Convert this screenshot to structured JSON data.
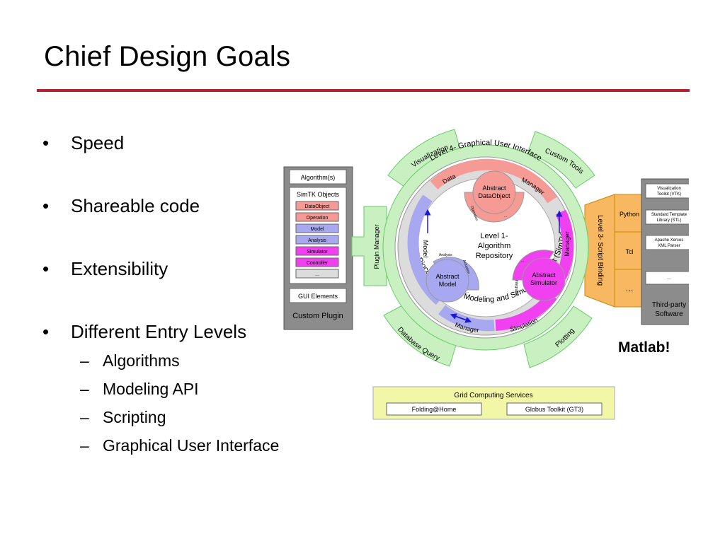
{
  "title": "Chief Design Goals",
  "bullets": [
    {
      "text": "Speed"
    },
    {
      "text": "Shareable code"
    },
    {
      "text": "Extensibility"
    },
    {
      "text": "Different Entry Levels",
      "sub": [
        "Algorithms",
        "Modeling API",
        "Scripting",
        "Graphical User Interface"
      ]
    }
  ],
  "bullet_symbol": "•",
  "sub_symbol": "–",
  "diagram": {
    "custom_plugin": {
      "title": "Custom Plugin",
      "algorithms": "Algorithm(s)",
      "simtk_objects": "SimTK Objects",
      "objects": [
        "DataObject",
        "Operation",
        "Model",
        "Analysis",
        "Simulator",
        "Controller",
        "..."
      ],
      "gui": "GUI Elements"
    },
    "plugin_manager": "Plugin Manager",
    "level1": [
      "Level 1-",
      "Algorithm",
      "Repository"
    ],
    "level2": "Level 2- Biocomputational Modeling and Simulation Toolkit (SimTK)",
    "level3": "Level 3- Script Binding",
    "level4": "Level 4- Graphical User Interface",
    "outer_tabs": {
      "visualization": "Visualization",
      "custom_tools": "Custom Tools",
      "database_query": "Database Query",
      "plotting": "Plotting"
    },
    "abstract_dataobject": [
      "Abstract",
      "DataObject"
    ],
    "abstract_model": [
      "Abstract",
      "Model"
    ],
    "abstract_simulator": [
      "Abstract",
      "Simulator"
    ],
    "arc_labels": {
      "data": "Data",
      "manager_top": "Manager",
      "model": "Model",
      "manager_right": "Manager",
      "manager_bottom": "Manager",
      "simulation": "Simulation"
    },
    "small_tabs": {
      "operation": "Operation",
      "analysis": "Analysis",
      "actuation": "Actuation",
      "integrator": "Integrator",
      "ellipsis": "..."
    },
    "script": [
      "Python",
      "Tcl",
      "..."
    ],
    "third_party": {
      "title": [
        "Third-party",
        "Software"
      ],
      "items": [
        [
          "Visualization",
          "Toolkit (VTK)"
        ],
        [
          "Standard Template",
          "Library (STL)"
        ],
        [
          "Apache Xerces",
          "XML Parser"
        ],
        [
          "..."
        ]
      ]
    },
    "grid": {
      "title": "Grid Computing Services",
      "items": [
        "Folding@Home",
        "Globus Toolkit (GT3)"
      ]
    }
  },
  "matlab": "Matlab!",
  "colors": {
    "accent_rule": "#b5202e",
    "green": "#c8f0c0",
    "gray_ring": "#dcdcdc",
    "red": "#f59a94",
    "blue": "#a8a8f0",
    "magenta": "#f040f0",
    "orange": "#f8b862",
    "yellow": "#f2f7a8",
    "panel_gray": "#8c8c8c"
  }
}
